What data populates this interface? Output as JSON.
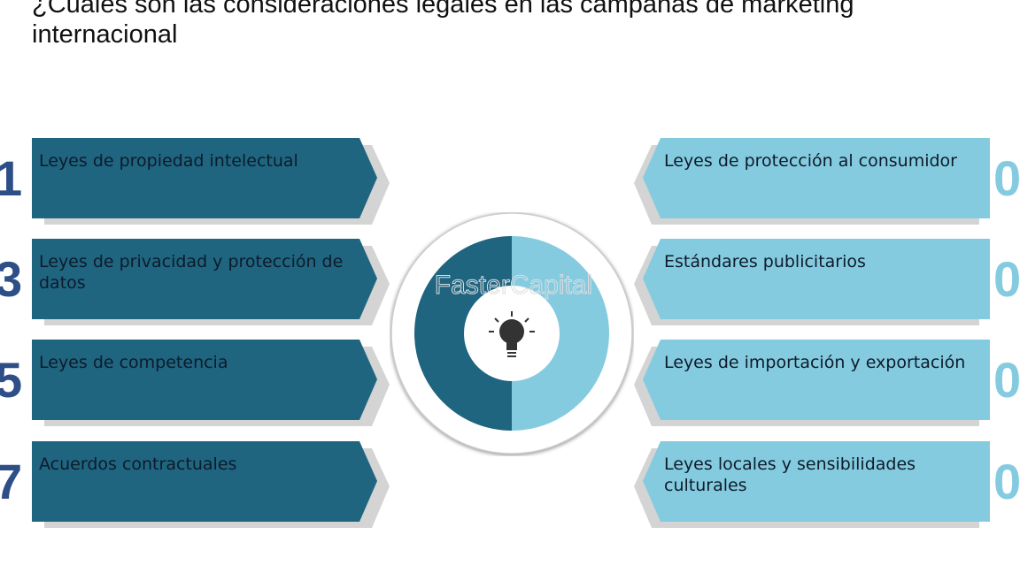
{
  "title": "¿Cuáles son las consideraciones legales en las campañas de marketing internacional",
  "colors": {
    "dark": "#1f6580",
    "light": "#85cbe0",
    "number_left": "#2e4e87"
  },
  "left_items": [
    {
      "number": "1",
      "label": "Leyes de propiedad intelectual"
    },
    {
      "number": "3",
      "label": "Leyes de privacidad y protección de datos"
    },
    {
      "number": "5",
      "label": "Leyes de competencia"
    },
    {
      "number": "7",
      "label": "Acuerdos contractuales"
    }
  ],
  "right_items": [
    {
      "number": "0",
      "label": "Leyes de protección al consumidor"
    },
    {
      "number": "0",
      "label": "Estándares publicitarios"
    },
    {
      "number": "0",
      "label": "Leyes de importación y exportación"
    },
    {
      "number": "0",
      "label": "Leyes locales y sensibilidades culturales"
    }
  ],
  "watermark": "FasterCapital",
  "center_icon": "lightbulb-icon"
}
